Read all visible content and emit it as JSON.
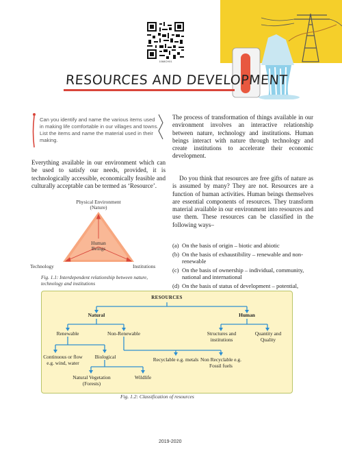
{
  "qr": {
    "caption": "1068CH01"
  },
  "chapter": {
    "title": "RESOURCES AND DEVELOPMENT"
  },
  "question_box": {
    "text": "Can you identify and name the various items used in making life comfortable in our villages and towns. List the items and name the material used in their making."
  },
  "left_column": {
    "paragraph": "Everything available in our environment which can be used to satisfy our needs, provided, it is technologically accessible, economically feasible and culturally acceptable can be termed as ‘Resource’."
  },
  "figure_1": {
    "top_label_line1": "Physical Environment",
    "top_label_line2": "(Nature)",
    "center_label_line1": "Human",
    "center_label_line2": "Beings",
    "left_label": "Technology",
    "right_label": "Institutions",
    "caption": "Fig. 1.1: Interdependent relationship between nature, technology and institutions"
  },
  "right_column": {
    "paragraph_1": "The process of transformation of things available in our environment involves an interactive relationship between nature, technology and institutions. Human beings interact with nature through technology and create institutions to accelerate their economic development.",
    "paragraph_2": "Do you think that resources are free gifts of nature as is assumed by many? They are not. Resources are a function of human activities. Human beings themselves are essential components of resources. They transform material available in our environment into resources and use them. These resources can be classified in the following ways–",
    "list": [
      {
        "label": "(a)",
        "text": "On the basis of origin – biotic and abiotic"
      },
      {
        "label": "(b)",
        "text": "On the basis of exhaustibility – renewable and non-renewable"
      },
      {
        "label": "(c)",
        "text": "On the basis of ownership – individual, community, national and international"
      },
      {
        "label": "(d)",
        "text": "On the basis of status of development – potential, developed stock and reserves."
      }
    ]
  },
  "figure_2": {
    "root": "RESOURCES",
    "natural": "Natural",
    "human": "Human",
    "renewable": "Renewable",
    "non_renewable": "Non-Renewable",
    "structures": "Structures and institutions",
    "quantity": "Quantity and Quality",
    "continuous": "Continuous or flow e.g. wind, water",
    "biological": "Biological",
    "recyclable": "Recyclable e.g. metals",
    "non_recyclable": "Non Recyclable e.g. Fossil fuels",
    "natural_vegetation": "Natural Vegetation (Forests)",
    "wildlife": "Wildlife",
    "caption": "Fig. 1.2: Classification of resources"
  },
  "footer": {
    "year": "2019-2020"
  },
  "colors": {
    "accent_red": "#d9453a",
    "chart_bg": "#fdf4c6",
    "arrow_blue": "#2f8fd0",
    "triangle": "#f7a77f"
  }
}
